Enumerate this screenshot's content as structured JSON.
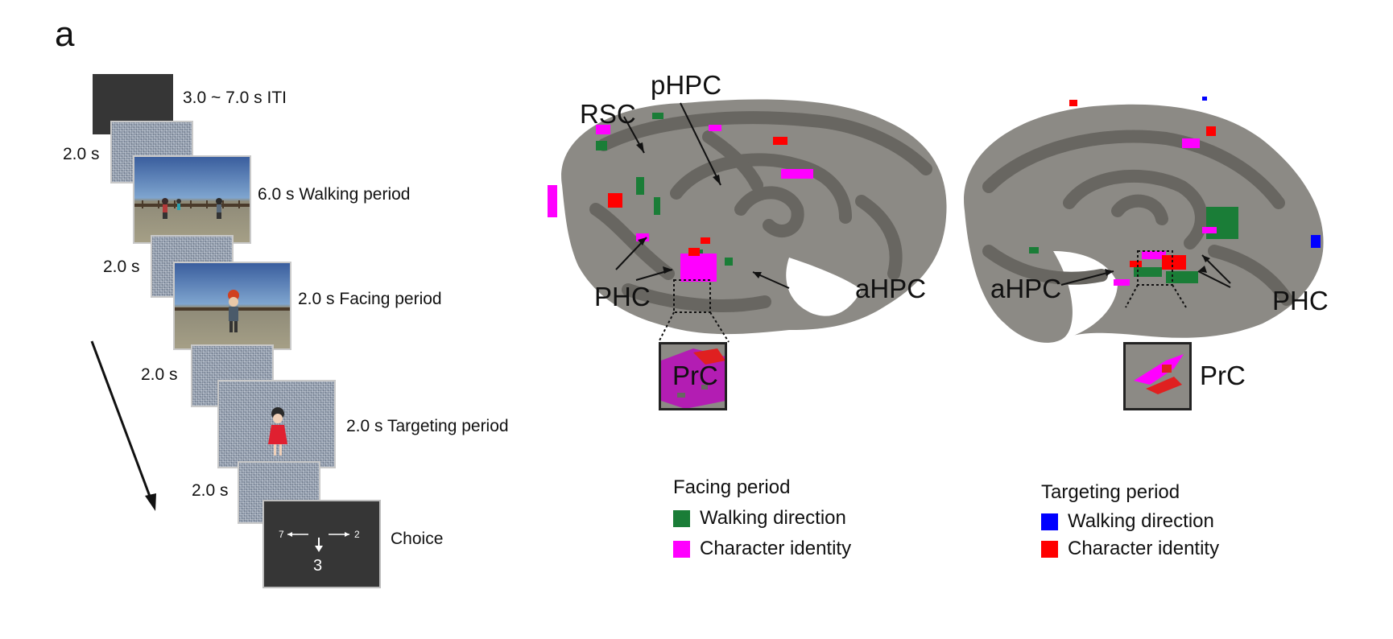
{
  "panel_letter": "a",
  "timeline": {
    "iti_label": "3.0 ~ 7.0 s  ITI",
    "blank1_label": "2.0 s",
    "walking_label": "6.0 s Walking period",
    "blank2_label": "2.0 s",
    "facing_label": "2.0 s Facing period",
    "blank3_label": "2.0 s",
    "targeting_label": "2.0 s Targeting period",
    "blank4_label": "2.0 s",
    "choice_label": "Choice",
    "choice_screen": {
      "left_number": "7",
      "right_number": "2",
      "center_number": "3"
    }
  },
  "brain_labels": {
    "left": {
      "rsc": "RSC",
      "phpc": "pHPC",
      "phc": "PHC",
      "ahpc": "aHPC",
      "prc": "PrC"
    },
    "right": {
      "ahpc": "aHPC",
      "phc": "PHC",
      "prc": "PrC"
    }
  },
  "legend": {
    "facing": {
      "title": "Facing period",
      "items": [
        {
          "label": "Walking direction",
          "color": "#1a7d37"
        },
        {
          "label": "Character identity",
          "color": "#ff00ff"
        }
      ]
    },
    "targeting": {
      "title": "Targeting period",
      "items": [
        {
          "label": "Walking direction",
          "color": "#0000ff"
        },
        {
          "label": "Character identity",
          "color": "#ff0000"
        }
      ]
    }
  }
}
